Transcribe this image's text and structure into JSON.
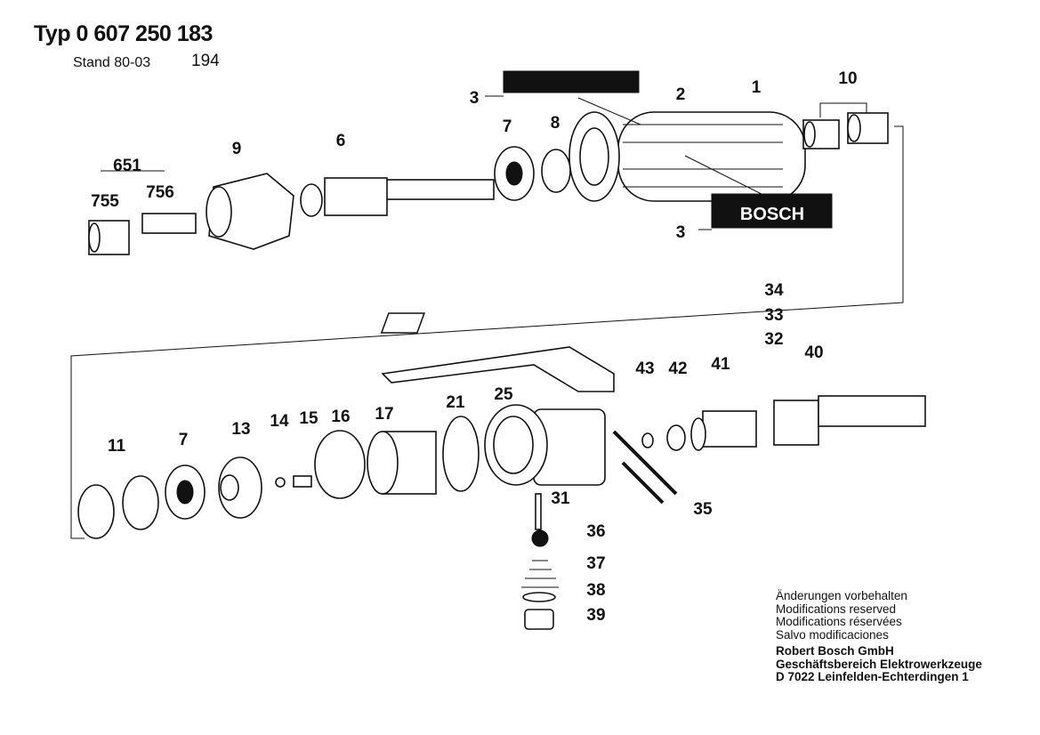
{
  "header": {
    "title": "Typ 0 607 250 183",
    "stand": "Stand 80-03",
    "page_number": "194"
  },
  "parts_labels": [
    "3",
    "2",
    "1",
    "10",
    "7",
    "8",
    "6",
    "9",
    "651",
    "755",
    "756",
    "3",
    "34",
    "33",
    "32",
    "40",
    "41",
    "42",
    "43",
    "25",
    "21",
    "17",
    "16",
    "15",
    "14",
    "13",
    "7",
    "11",
    "35",
    "31",
    "36",
    "37",
    "38",
    "39"
  ],
  "nameplate_text": "BOSCH",
  "notes": [
    "Änderungen vorbehalten",
    "Modifications reserved",
    "Modifications réservées",
    "Salvo modificaciones"
  ],
  "company": [
    "Robert Bosch GmbH",
    "Geschäftsbereich Elektrowerkzeuge",
    "D 7022 Leinfelden-Echterdingen 1"
  ]
}
